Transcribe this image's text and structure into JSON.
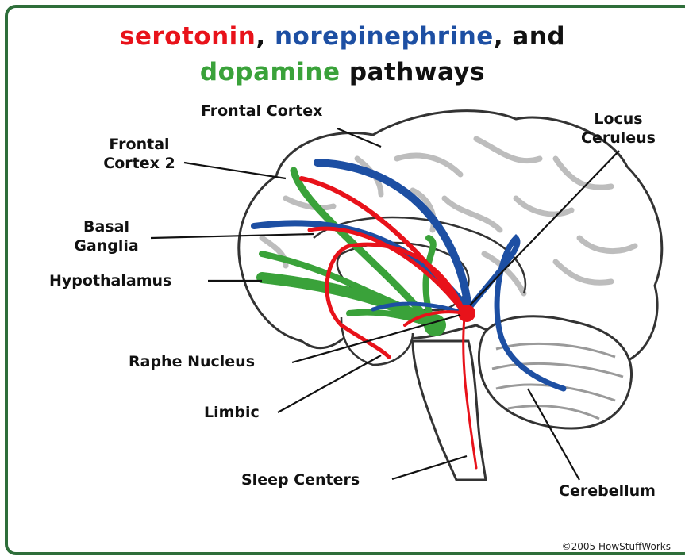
{
  "title": {
    "serotonin": "serotonin",
    "sep1": ", ",
    "norepinephrine": "norepinephrine",
    "sep2": ", and",
    "dopamine": "dopamine",
    "pathways": " pathways"
  },
  "colors": {
    "serotonin": "#e8121a",
    "norepinephrine": "#1d4fa3",
    "dopamine": "#3aa23a",
    "frame": "#2e6e3a"
  },
  "labels": {
    "frontal_cortex": "Frontal Cortex",
    "frontal_cortex_2_line1": "Frontal",
    "frontal_cortex_2_line2": "Cortex 2",
    "basal_ganglia_line1": "Basal",
    "basal_ganglia_line2": "Ganglia",
    "hypothalamus": "Hypothalamus",
    "raphe_nucleus": "Raphe Nucleus",
    "limbic": "Limbic",
    "sleep_centers": "Sleep Centers",
    "locus_ceruleus_line1": "Locus",
    "locus_ceruleus_line2": "Ceruleus",
    "cerebellum": "Cerebellum"
  },
  "credit": "©2005 HowStuffWorks"
}
